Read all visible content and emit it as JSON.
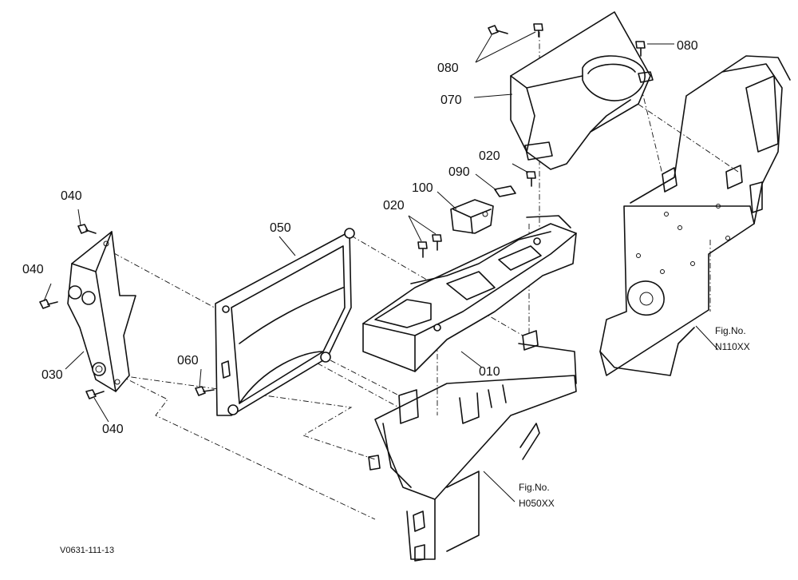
{
  "parts": {
    "p010": "010",
    "p020a": "020",
    "p020b": "020",
    "p030": "030",
    "p040a": "040",
    "p040b": "040",
    "p040c": "040",
    "p050": "050",
    "p060": "060",
    "p070": "070",
    "p080a": "080",
    "p080b": "080",
    "p090": "090",
    "p100": "100"
  },
  "references": {
    "n110_title": "Fig.No.",
    "n110_code": "N110XX",
    "h050_title": "Fig.No.",
    "h050_code": "H050XX"
  },
  "drawing_code": "V0631-111-13"
}
